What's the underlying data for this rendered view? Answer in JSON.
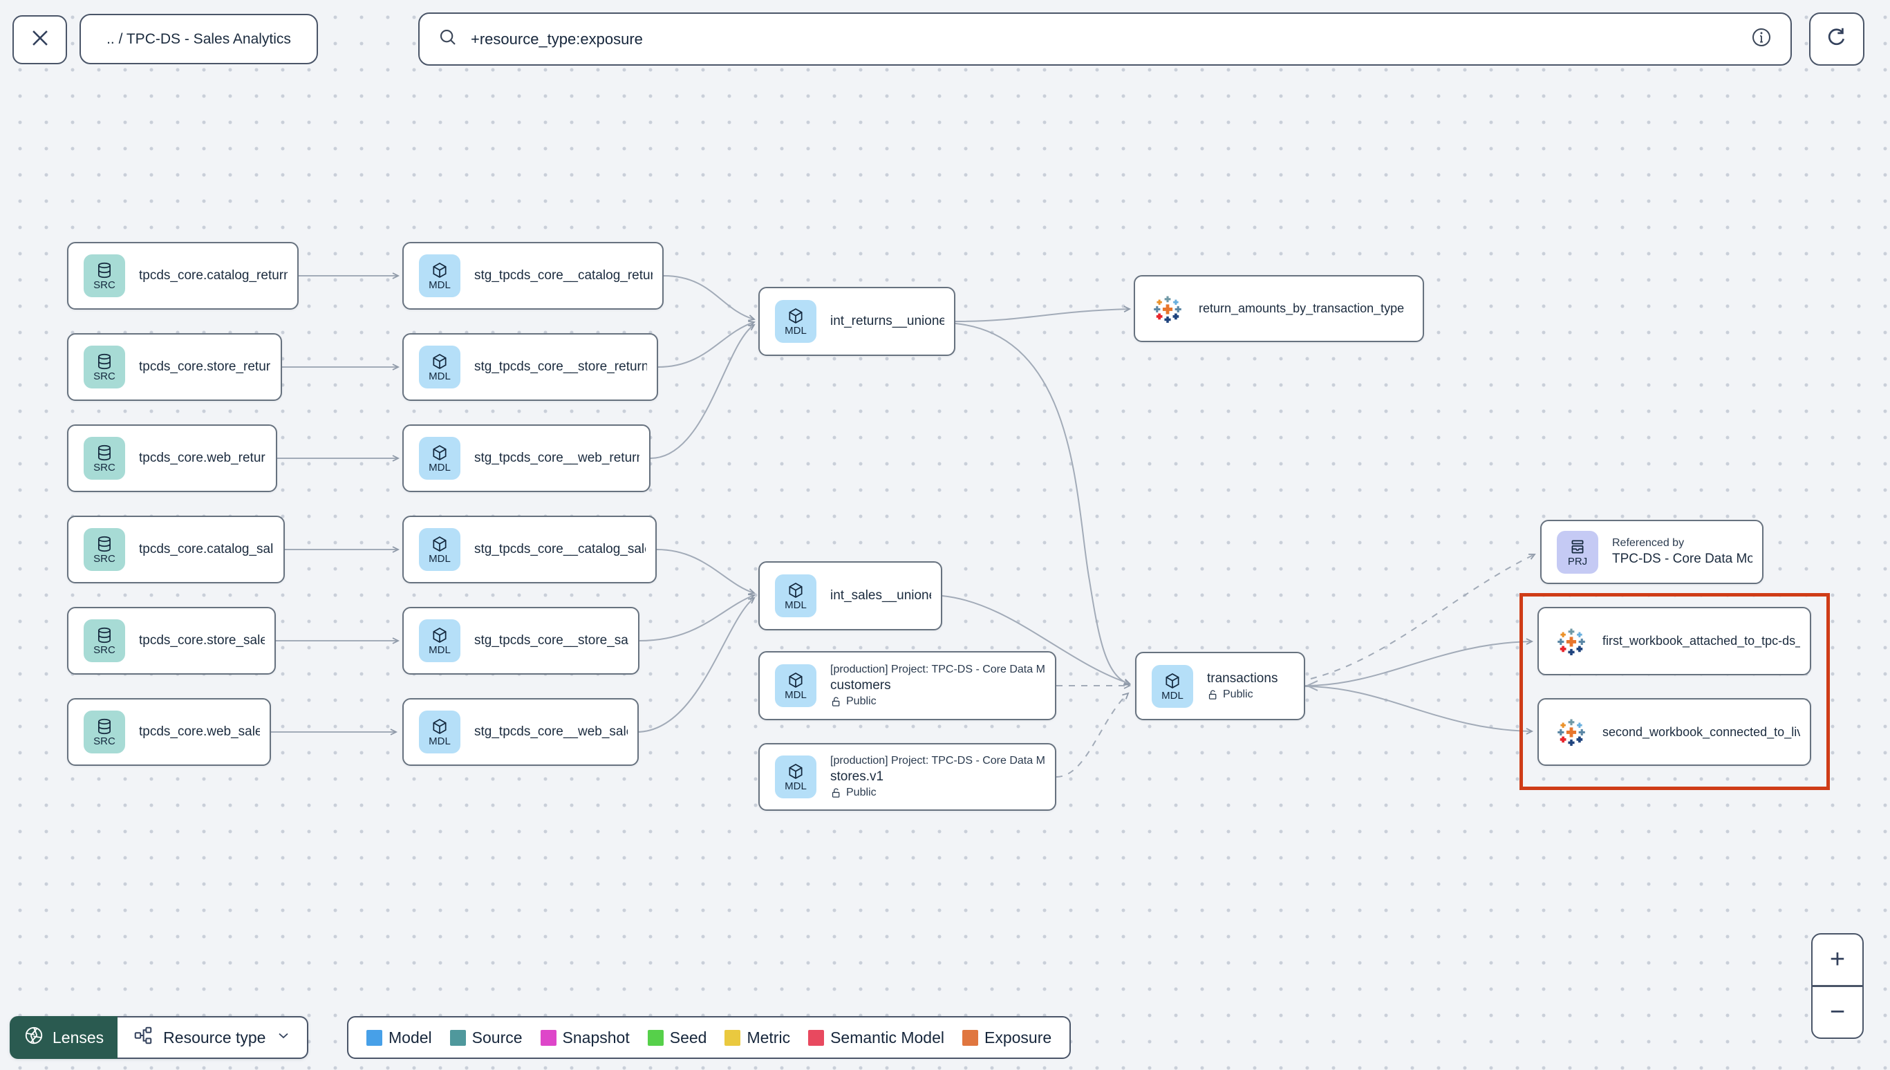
{
  "toolbar": {
    "breadcrumb": ".. / TPC-DS - Sales Analytics",
    "search": {
      "value": "+resource_type:exposure"
    }
  },
  "footer": {
    "lenses_label": "Lenses",
    "resource_type_label": "Resource type",
    "legend_items": [
      {
        "label": "Model",
        "color": "#47A0E8"
      },
      {
        "label": "Source",
        "color": "#4F989C"
      },
      {
        "label": "Snapshot",
        "color": "#DE46C9"
      },
      {
        "label": "Seed",
        "color": "#56D04A"
      },
      {
        "label": "Metric",
        "color": "#EAC93F"
      },
      {
        "label": "Semantic Model",
        "color": "#E8495F"
      },
      {
        "label": "Exposure",
        "color": "#E0763F"
      }
    ]
  },
  "zoom_controls": {
    "zoom_in": "+",
    "zoom_out": "−"
  },
  "colors": {
    "selection_box": "#CF3C17",
    "source_badge": "#A7DBD5",
    "model_badge": "#B5DFF8",
    "project_badge": "#C5CAF4",
    "lenses_button": "#2A5A50"
  },
  "graph": {
    "nodes": [
      {
        "id": "src_catalog_returns",
        "kind": "source",
        "badge": "SRC",
        "title": "tpcds_core.catalog_returns"
      },
      {
        "id": "src_store_returns",
        "kind": "source",
        "badge": "SRC",
        "title": "tpcds_core.store_returns"
      },
      {
        "id": "src_web_returns",
        "kind": "source",
        "badge": "SRC",
        "title": "tpcds_core.web_returns"
      },
      {
        "id": "src_catalog_sales",
        "kind": "source",
        "badge": "SRC",
        "title": "tpcds_core.catalog_sales"
      },
      {
        "id": "src_store_sales",
        "kind": "source",
        "badge": "SRC",
        "title": "tpcds_core.store_sales"
      },
      {
        "id": "src_web_sales",
        "kind": "source",
        "badge": "SRC",
        "title": "tpcds_core.web_sales"
      },
      {
        "id": "stg_catalog_returns",
        "kind": "model",
        "badge": "MDL",
        "title": "stg_tpcds_core__catalog_returns"
      },
      {
        "id": "stg_store_returns",
        "kind": "model",
        "badge": "MDL",
        "title": "stg_tpcds_core__store_returns"
      },
      {
        "id": "stg_web_returns",
        "kind": "model",
        "badge": "MDL",
        "title": "stg_tpcds_core__web_returns"
      },
      {
        "id": "stg_catalog_sales",
        "kind": "model",
        "badge": "MDL",
        "title": "stg_tpcds_core__catalog_sales"
      },
      {
        "id": "stg_store_sales",
        "kind": "model",
        "badge": "MDL",
        "title": "stg_tpcds_core__store_sales"
      },
      {
        "id": "stg_web_sales",
        "kind": "model",
        "badge": "MDL",
        "title": "stg_tpcds_core__web_sales"
      },
      {
        "id": "int_returns_unioned",
        "kind": "model",
        "badge": "MDL",
        "title": "int_returns__unioned"
      },
      {
        "id": "int_sales_unioned",
        "kind": "model",
        "badge": "MDL",
        "title": "int_sales__unioned"
      },
      {
        "id": "customers",
        "kind": "model",
        "badge": "MDL",
        "meta": "[production] Project: TPC-DS - Core Data Mo…",
        "title": "customers",
        "visibility": "Public"
      },
      {
        "id": "stores_v1",
        "kind": "model",
        "badge": "MDL",
        "meta": "[production] Project: TPC-DS - Core Data Mo…",
        "title": "stores.v1",
        "visibility": "Public"
      },
      {
        "id": "return_amounts_by_transaction_type",
        "kind": "exposure",
        "title": "return_amounts_by_transaction_type"
      },
      {
        "id": "transactions",
        "kind": "model",
        "badge": "MDL",
        "title": "transactions",
        "visibility": "Public"
      },
      {
        "id": "referenced_by",
        "kind": "project",
        "badge": "PRJ",
        "meta": "Referenced by",
        "title": "TPC-DS - Core Data Models"
      },
      {
        "id": "first_workbook",
        "kind": "exposure",
        "title": "first_workbook_attached_to_tpc-ds_-_…"
      },
      {
        "id": "second_workbook",
        "kind": "exposure",
        "title": "second_workbook_connected_to_live…"
      }
    ]
  }
}
